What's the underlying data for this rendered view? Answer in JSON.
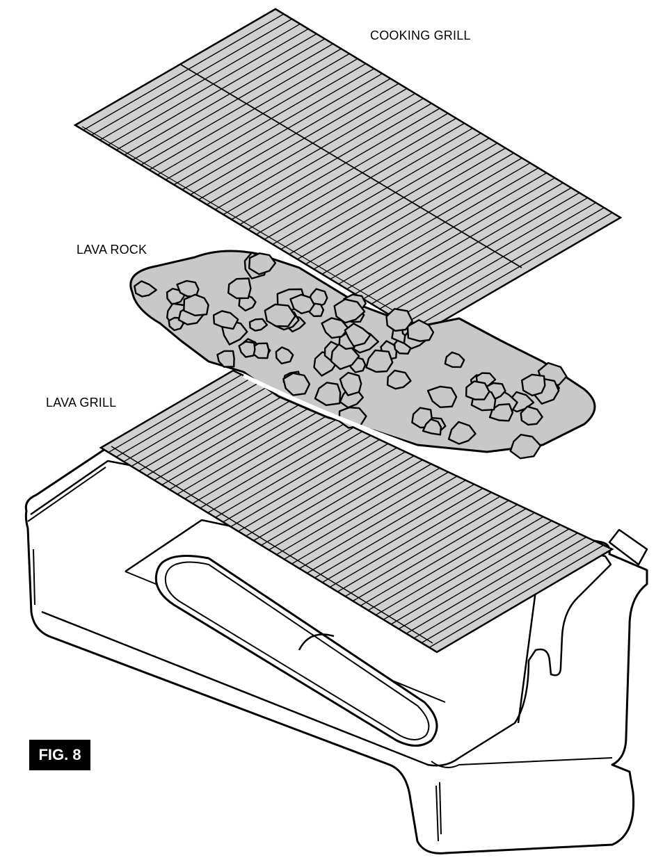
{
  "labels": {
    "cooking_grill": "COOKING GRILL",
    "lava_rock": "LAVA ROCK",
    "lava_grill": "LAVA GRILL"
  },
  "figure": {
    "caption": "FIG. 8"
  },
  "colors": {
    "rock_fill": "#c8c8c8",
    "grill_fill": "#d0d0d0",
    "line": "#000000",
    "badge_bg": "#000000",
    "badge_text": "#ffffff"
  }
}
